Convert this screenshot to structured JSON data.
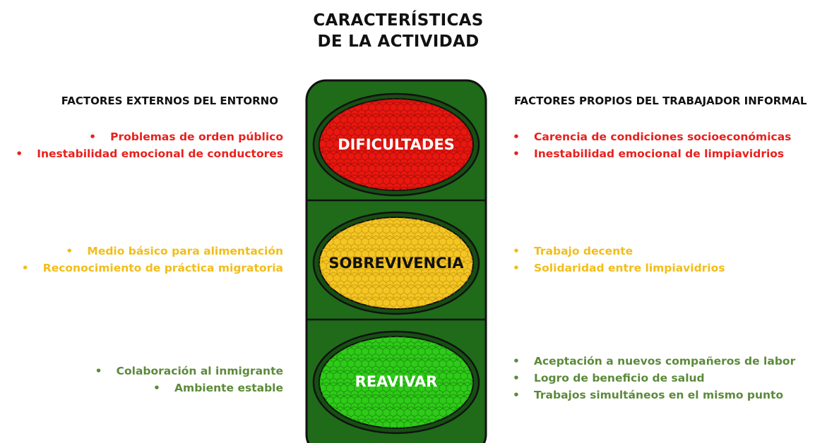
{
  "title": {
    "line1": "CARACTERÍSTICAS",
    "line2": "DE LA ACTIVIDAD"
  },
  "headings": {
    "left": "FACTORES EXTERNOS DEL ENTORNO",
    "right": "FACTORES PROPIOS DEL TRABAJADOR INFORMAL"
  },
  "lamps": {
    "top": {
      "label": "DIFICULTADES",
      "color": "#e8170f"
    },
    "middle": {
      "label": "SOBREVIVENCIA",
      "color": "#f4c623"
    },
    "bottom": {
      "label": "REAVIVAR",
      "color": "#2ecb18"
    }
  },
  "housing_color": "#1f6b1a",
  "bullet": "•",
  "left_lists": {
    "dificultades": [
      "Problemas de orden público",
      "Inestabilidad  emocional de conductores"
    ],
    "sobrevivencia": [
      "Medio básico para alimentación",
      "Reconocimiento de práctica migratoria"
    ],
    "reavivar": [
      "Colaboración al inmigrante",
      "Ambiente estable"
    ]
  },
  "right_lists": {
    "dificultades": [
      "Carencia de condiciones socioeconómicas",
      "Inestabilidad emocional de limpiavidrios"
    ],
    "sobrevivencia": [
      "Trabajo decente",
      "Solidaridad entre limpiavidrios"
    ],
    "reavivar": [
      "Aceptación a nuevos compañeros de labor",
      "Logro de beneficio de salud",
      "Trabajos simultáneos en el mismo punto"
    ]
  },
  "colors": {
    "red": "#e8211d",
    "yellow": "#f2bd1a",
    "green": "#5c8a3a"
  }
}
